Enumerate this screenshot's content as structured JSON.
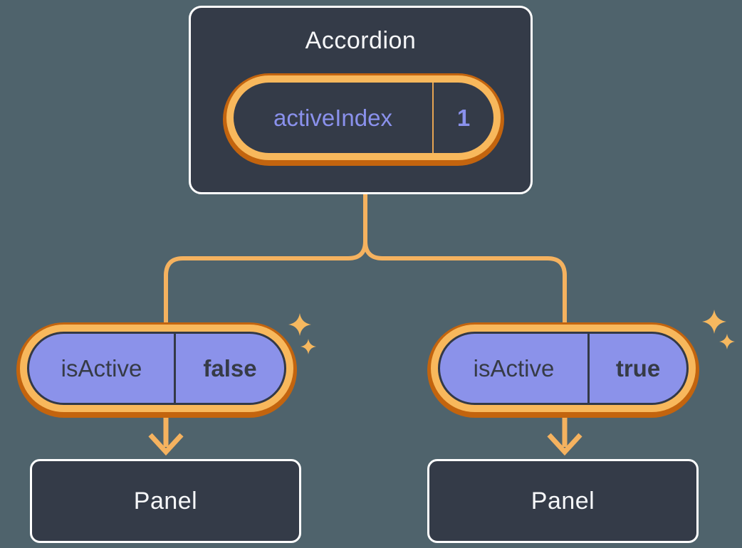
{
  "diagram": {
    "root": {
      "title": "Accordion",
      "pill": {
        "label": "activeIndex",
        "value": "1"
      }
    },
    "children": [
      {
        "pill": {
          "label": "isActive",
          "value": "false"
        },
        "panel_label": "Panel"
      },
      {
        "pill": {
          "label": "isActive",
          "value": "true"
        },
        "panel_label": "Panel"
      }
    ],
    "icons": {
      "sparkle": "sparkle-icon"
    },
    "colors": {
      "background": "#4F636C",
      "node_fill": "#343B48",
      "node_border": "#FFFFFF",
      "pill_fill": "#8B92EA",
      "pill_outline": "#333946",
      "ring_light": "#F8B85C",
      "ring_dark": "#C3640E",
      "connector": "#F5B25F",
      "sparkle": "#F6B85F",
      "text_light": "#F6F7F9",
      "text_purple": "#8A91EC",
      "text_dark": "#363B46",
      "divider_light": "#E7A452"
    }
  }
}
